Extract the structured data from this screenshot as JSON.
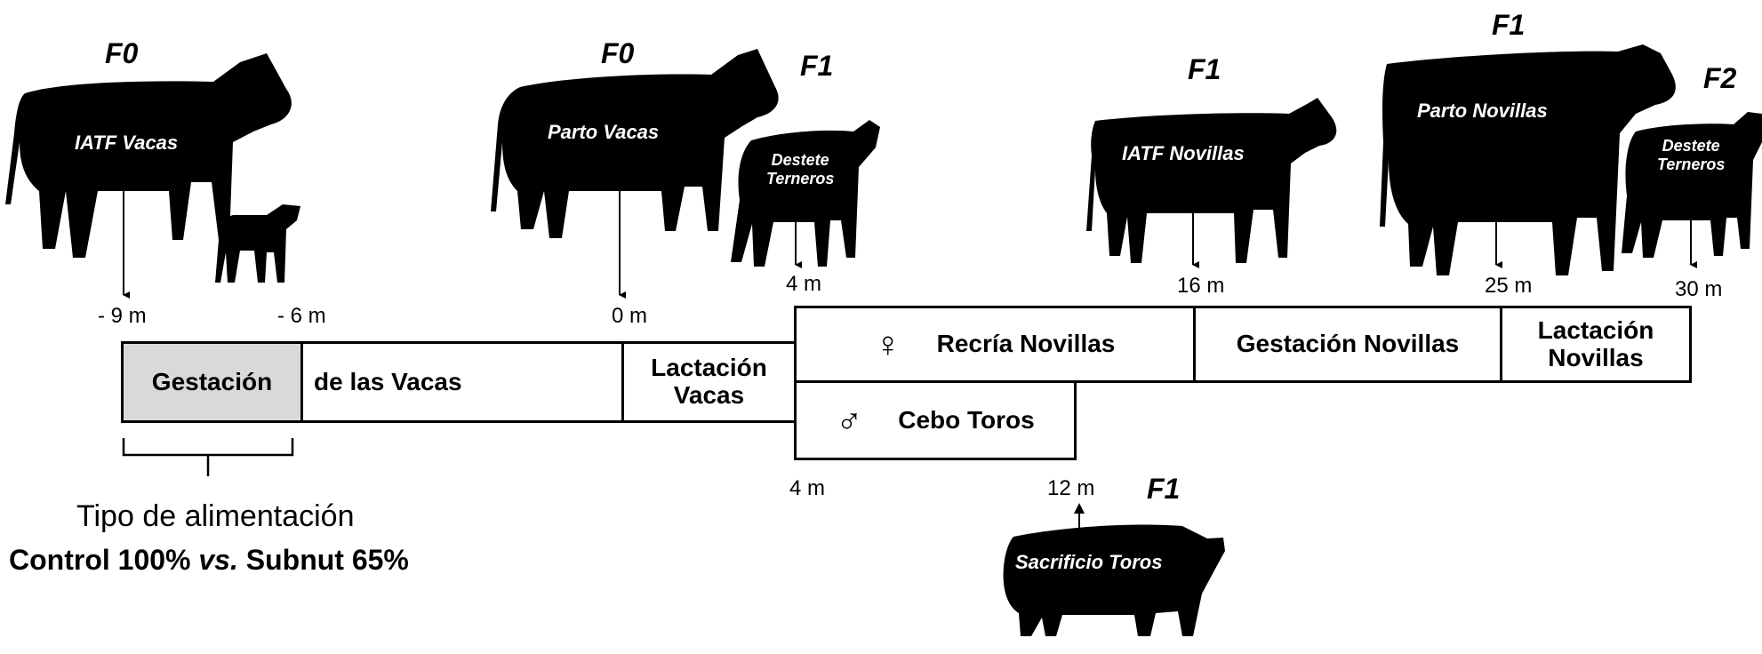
{
  "generations": {
    "f0_left": "F0",
    "f0_mid": "F0",
    "f1_calf": "F1",
    "f1_heifer": "F1",
    "f1_cow": "F1",
    "f2_calf": "F2",
    "f1_bull": "F1"
  },
  "animal_labels": {
    "iatf_vacas": "IATF Vacas",
    "parto_vacas": "Parto Vacas",
    "destete_terneros_1_l1": "Destete",
    "destete_terneros_1_l2": "Terneros",
    "iatf_novillas": "IATF Novillas",
    "parto_novillas": "Parto Novillas",
    "destete_terneros_2_l1": "Destete",
    "destete_terneros_2_l2": "Terneros",
    "sacrificio_toros": "Sacrificio Toros"
  },
  "timeline": {
    "ticks": {
      "m_minus9": "- 9 m",
      "m_minus6": "- 6 m",
      "m0": "0 m",
      "m4_top": "4 m",
      "m16": "16 m",
      "m25": "25 m",
      "m30": "30 m",
      "m4_bottom": "4 m",
      "m12": "12 m"
    },
    "boxes": {
      "gestacion": "Gestación",
      "de_las_vacas": "de las Vacas",
      "lactacion_vacas_l1": "Lactación",
      "lactacion_vacas_l2": "Vacas",
      "recria_symbol": "♀",
      "recria": "Recría Novillas",
      "gestacion_novillas": "Gestación Novillas",
      "lactacion_novillas_l1": "Lactación",
      "lactacion_novillas_l2": "Novillas",
      "cebo_symbol": "♂",
      "cebo": "Cebo Toros"
    }
  },
  "feeding": {
    "title": "Tipo de alimentación",
    "control": "Control 100% ",
    "vs": "vs.",
    "subnut": " Subnut 65%"
  }
}
